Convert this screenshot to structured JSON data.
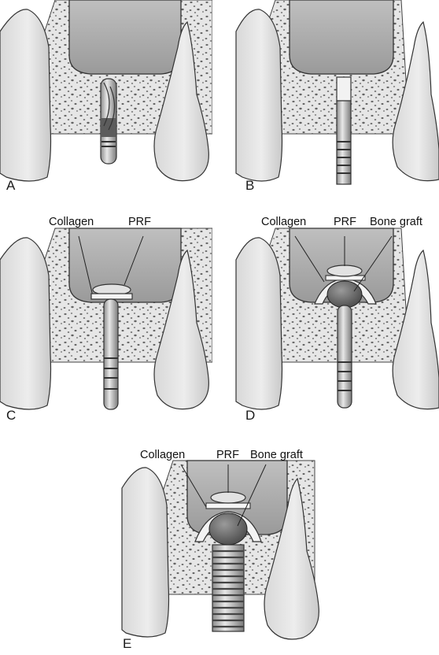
{
  "panels": [
    {
      "letter": "A"
    },
    {
      "letter": "B"
    },
    {
      "letter": "C",
      "labels": {
        "collagen": "Collagen",
        "prf": "PRF"
      }
    },
    {
      "letter": "D",
      "labels": {
        "collagen": "Collagen",
        "prf": "PRF",
        "bone_graft": "Bone graft"
      }
    },
    {
      "letter": "E",
      "labels": {
        "collagen": "Collagen",
        "prf": "PRF",
        "bone_graft": "Bone graft"
      }
    }
  ]
}
